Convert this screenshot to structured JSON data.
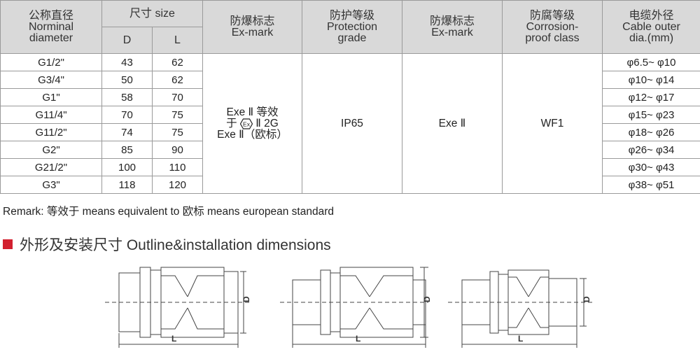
{
  "table": {
    "headers": {
      "nominal_diameter": [
        "公称直径",
        "Norminal",
        "diameter"
      ],
      "size": "尺寸 size",
      "size_d": "D",
      "size_l": "L",
      "ex_mark": [
        "防爆标志",
        "Ex-mark"
      ],
      "protection_grade": [
        "防护等级",
        "Protection",
        "grade"
      ],
      "ex_mark_2": [
        "防爆标志",
        "Ex-mark"
      ],
      "corrosion": [
        "防腐等级",
        "Corrosion-",
        "proof class"
      ],
      "cable": [
        "电缆外径",
        "Cable outer",
        "dia.(mm)"
      ]
    },
    "rows": [
      {
        "nominal": "G1/2\"",
        "d": "43",
        "l": "62",
        "cable": "φ6.5~ φ10"
      },
      {
        "nominal": "G3/4\"",
        "d": "50",
        "l": "62",
        "cable": "φ10~ φ14"
      },
      {
        "nominal": "G1\"",
        "d": "58",
        "l": "70",
        "cable": "φ12~ φ17"
      },
      {
        "nominal": "G11/4\"",
        "d": "70",
        "l": "75",
        "cable": "φ15~ φ23"
      },
      {
        "nominal": "G11/2\"",
        "d": "74",
        "l": "75",
        "cable": "φ18~ φ26"
      },
      {
        "nominal": "G2\"",
        "d": "85",
        "l": "90",
        "cable": "φ26~ φ34"
      },
      {
        "nominal": "G21/2\"",
        "d": "100",
        "l": "110",
        "cable": "φ30~ φ43"
      },
      {
        "nominal": "G3\"",
        "d": "118",
        "l": "120",
        "cable": "φ38~ φ51"
      }
    ],
    "merged": {
      "ex_mark_line1": "Exe Ⅱ 等效",
      "ex_mark_line2_prefix": "于",
      "ex_mark_line2_symbol": "Ex",
      "ex_mark_line2_suffix": "Ⅱ 2G",
      "ex_mark_line3": "Exe Ⅱ（欧标）",
      "protection": "IP65",
      "ex_mark_2": "Exe Ⅱ",
      "corrosion": "WF1"
    }
  },
  "remark": "Remark: 等效于 means equivalent to   欧标 means european standard",
  "section_title": "外形及安装尺寸 Outline&installation dimensions",
  "drawing_labels": {
    "length": "L",
    "diameter": "D"
  },
  "colors": {
    "header_bg": "#d9d9d9",
    "accent": "#d2202f",
    "border": "#9a9a9a"
  }
}
